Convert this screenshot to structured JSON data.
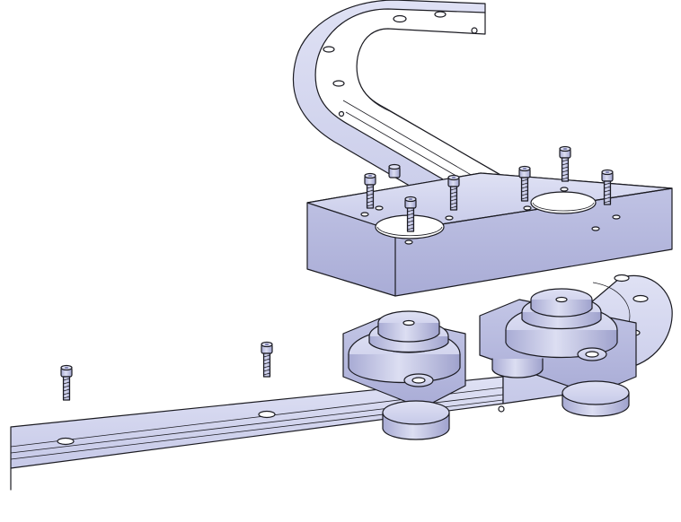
{
  "figure": {
    "colors": {
      "background": "#ffffff",
      "part_light": "#d4d6ee",
      "part_mid": "#b9bcdf",
      "part_dark": "#9a9dc8",
      "outline": "#1b1b22"
    },
    "parts": [
      "curved-track-segment",
      "straight-track-rail",
      "carriage-plate",
      "roller-carriage-left",
      "roller-carriage-right",
      "socket-head-cap-screw"
    ]
  }
}
